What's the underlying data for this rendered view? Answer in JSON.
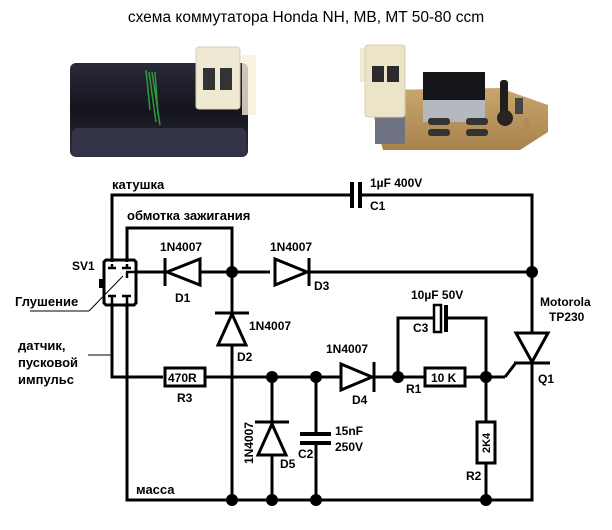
{
  "title": "схема коммутатора Honda NH, MB, MT 50-80 ccm",
  "photos": {
    "left": "housed-module-photo",
    "right": "opened-board-photo"
  },
  "wire_labels": {
    "coil": "катушка",
    "ignition_winding": "обмотка зажигания",
    "kill": "Глушение",
    "sensor_line1": "датчик,",
    "sensor_line2": "пусковой",
    "sensor_line3": "импульс",
    "ground": "масса"
  },
  "components": {
    "sv1": {
      "ref": "SV1"
    },
    "c1": {
      "ref": "C1",
      "value": "1µF 400V"
    },
    "d1": {
      "ref": "D1",
      "value": "1N4007"
    },
    "d2": {
      "ref": "D2",
      "value": "1N4007"
    },
    "d3": {
      "ref": "D3",
      "value": "1N4007"
    },
    "d4": {
      "ref": "D4",
      "value": "1N4007"
    },
    "d5": {
      "ref": "D5",
      "value": "1N4007"
    },
    "c2": {
      "ref": "C2",
      "value_line1": "15nF",
      "value_line2": "250V"
    },
    "c3": {
      "ref": "C3",
      "value": "10µF 50V"
    },
    "r1": {
      "ref": "R1",
      "value": "10 K"
    },
    "r2": {
      "ref": "R2",
      "value": "2K4"
    },
    "r3": {
      "ref": "R3",
      "value": "470R"
    },
    "q1": {
      "ref": "Q1",
      "maker": "Motorola",
      "part": "TP230"
    }
  }
}
